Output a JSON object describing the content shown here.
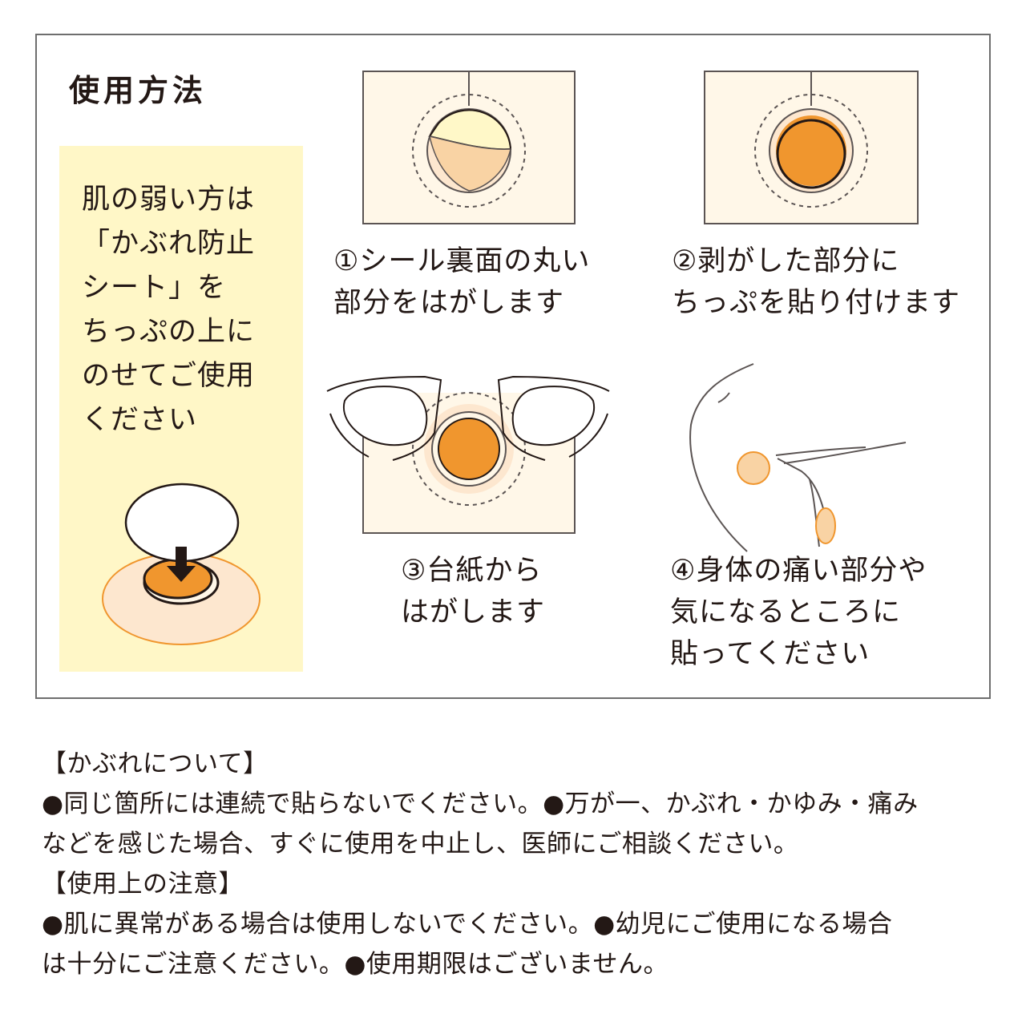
{
  "title": "使用方法",
  "note": {
    "lines": [
      "肌の弱い方は",
      "「かぶれ防止",
      "シート」を",
      "ちっぷの上に",
      "のせてご使用",
      "ください"
    ]
  },
  "steps": [
    {
      "lines": [
        "①シール裏面の丸い",
        "部分をはがします"
      ]
    },
    {
      "lines": [
        "②剥がした部分に",
        "ちっぷを貼り付けます"
      ]
    },
    {
      "lines": [
        "③台紙から",
        "はがします"
      ]
    },
    {
      "lines": [
        "④身体の痛い部分や",
        "気になるところに",
        "貼ってください"
      ]
    }
  ],
  "notices": {
    "heading1": "【かぶれについて】",
    "line1": "●同じ箇所には連続で貼らないでください。●万が一、かぶれ・かゆみ・痛み",
    "line2": "などを感じた場合、すぐに使用を中止し、医師にご相談ください。",
    "heading2": "【使用上の注意】",
    "line3": "●肌に異常がある場合は使用しないでください。●幼児にご使用になる場合",
    "line4": "は十分にご注意ください。●使用期限はございません。"
  },
  "colors": {
    "orange": "#f0962e",
    "orange_light": "#f9d3a4",
    "orange_pale": "#fde7cf",
    "cream": "#fff7e8",
    "note_bg": "#fff7c7",
    "line": "#5b5453"
  }
}
